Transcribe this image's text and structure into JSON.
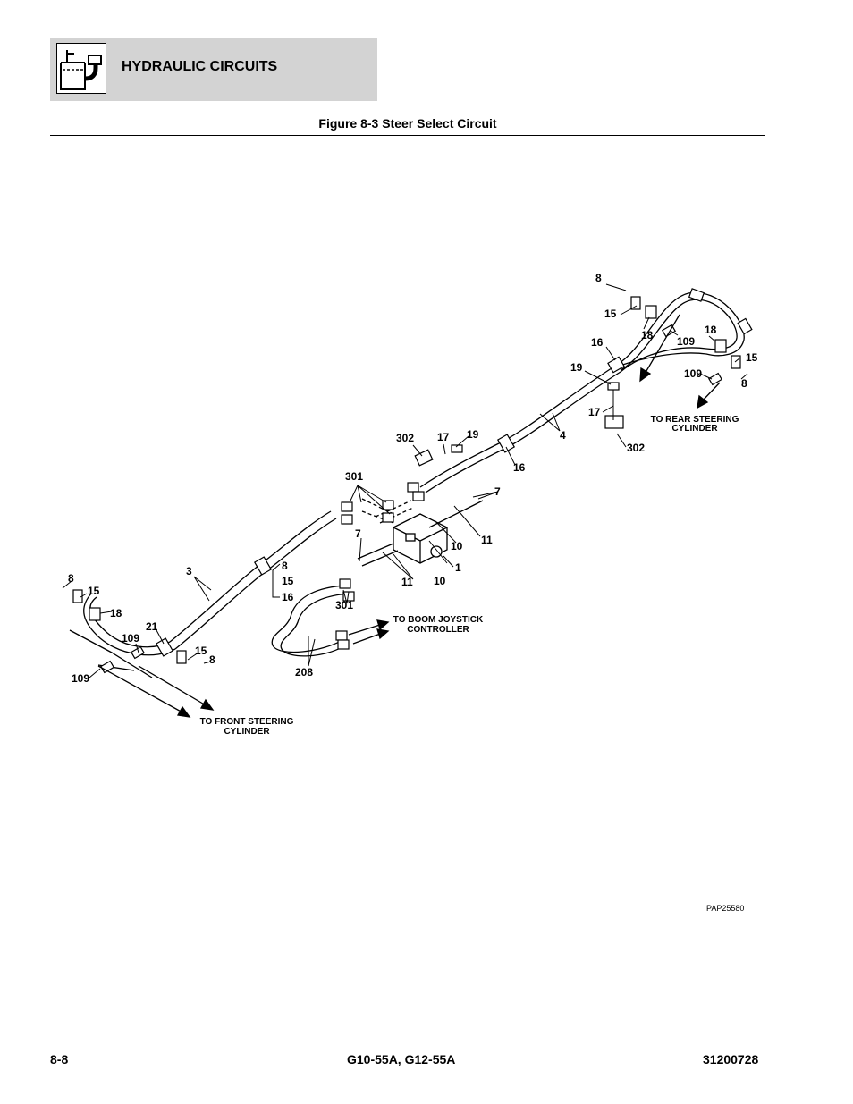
{
  "header": {
    "section_title": "HYDRAULIC CIRCUITS",
    "icon": "hydraulic-reservoir-icon"
  },
  "figure": {
    "title": "Figure 8-3 Steer Select Circuit",
    "code": "PAP25580"
  },
  "callouts": {
    "c8": "8",
    "c15": "15",
    "c18": "18",
    "c16": "16",
    "c109": "109",
    "c19": "19",
    "c17": "17",
    "c302": "302",
    "c4": "4",
    "c301": "301",
    "c7": "7",
    "c10": "10",
    "c11": "11",
    "c1": "1",
    "c3": "3",
    "c21": "21",
    "c208": "208"
  },
  "notes": {
    "rear_l1": "TO REAR STEERING",
    "rear_l2": "CYLINDER",
    "boom_l1": "TO BOOM JOYSTICK",
    "boom_l2": "CONTROLLER",
    "front_l1": "TO FRONT STEERING",
    "front_l2": "CYLINDER"
  },
  "footer": {
    "page": "8-8",
    "model": "G10-55A, G12-55A",
    "doc_number": "31200728"
  }
}
